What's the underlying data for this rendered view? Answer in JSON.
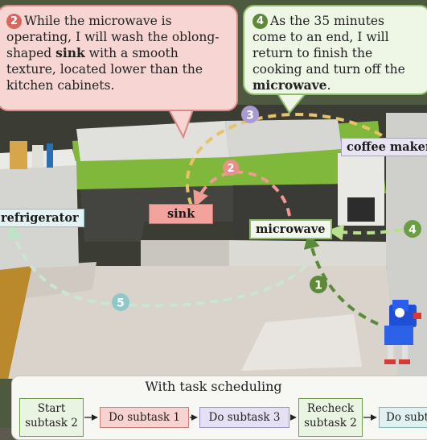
{
  "bubbles": {
    "left": {
      "number": "2",
      "text_before": "While the microwave is operating, I will wash the oblong-shaped ",
      "bold": "sink",
      "text_after": " with a smooth texture, located lower than the kitchen cabinets."
    },
    "right": {
      "number": "4",
      "text_before": "As the 35 minutes come to an end, I will return to finish the cooking and turn off the ",
      "bold": "microwave",
      "text_after": "."
    }
  },
  "locations": {
    "coffee_maker": "coffee maker",
    "sink": "sink",
    "microwave": "microwave",
    "refrigerator": "refrigerator"
  },
  "path_markers": [
    "1",
    "2",
    "3",
    "4",
    "5"
  ],
  "colors": {
    "step1": "#5d8a3a",
    "step2": "#e8908a",
    "step3": "#a79bd2",
    "step4": "#6a9e44",
    "step5": "#8fc8c8"
  },
  "scheduling": {
    "title": "With task scheduling",
    "steps": [
      "Start subtask 2",
      "Do subtask 1",
      "Do subtask 3",
      "Recheck subtask 2",
      "Do subta"
    ]
  }
}
